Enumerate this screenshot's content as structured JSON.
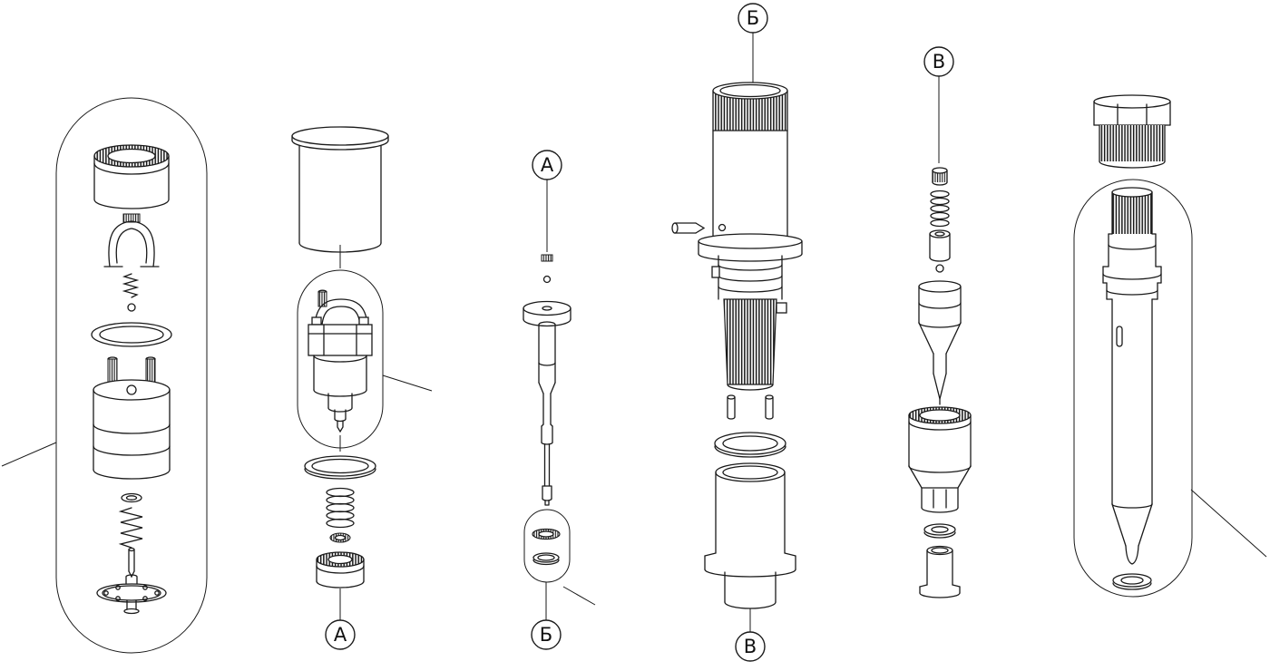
{
  "figure": {
    "kind": "exploded-parts-diagram",
    "background_color": "#ffffff",
    "line_color": "#1a1a1a"
  },
  "callouts": {
    "top_b": "Б",
    "top_v": "В",
    "mid_a": "А",
    "bottom_a": "А",
    "bottom_b": "Б",
    "bottom_v": "В"
  }
}
